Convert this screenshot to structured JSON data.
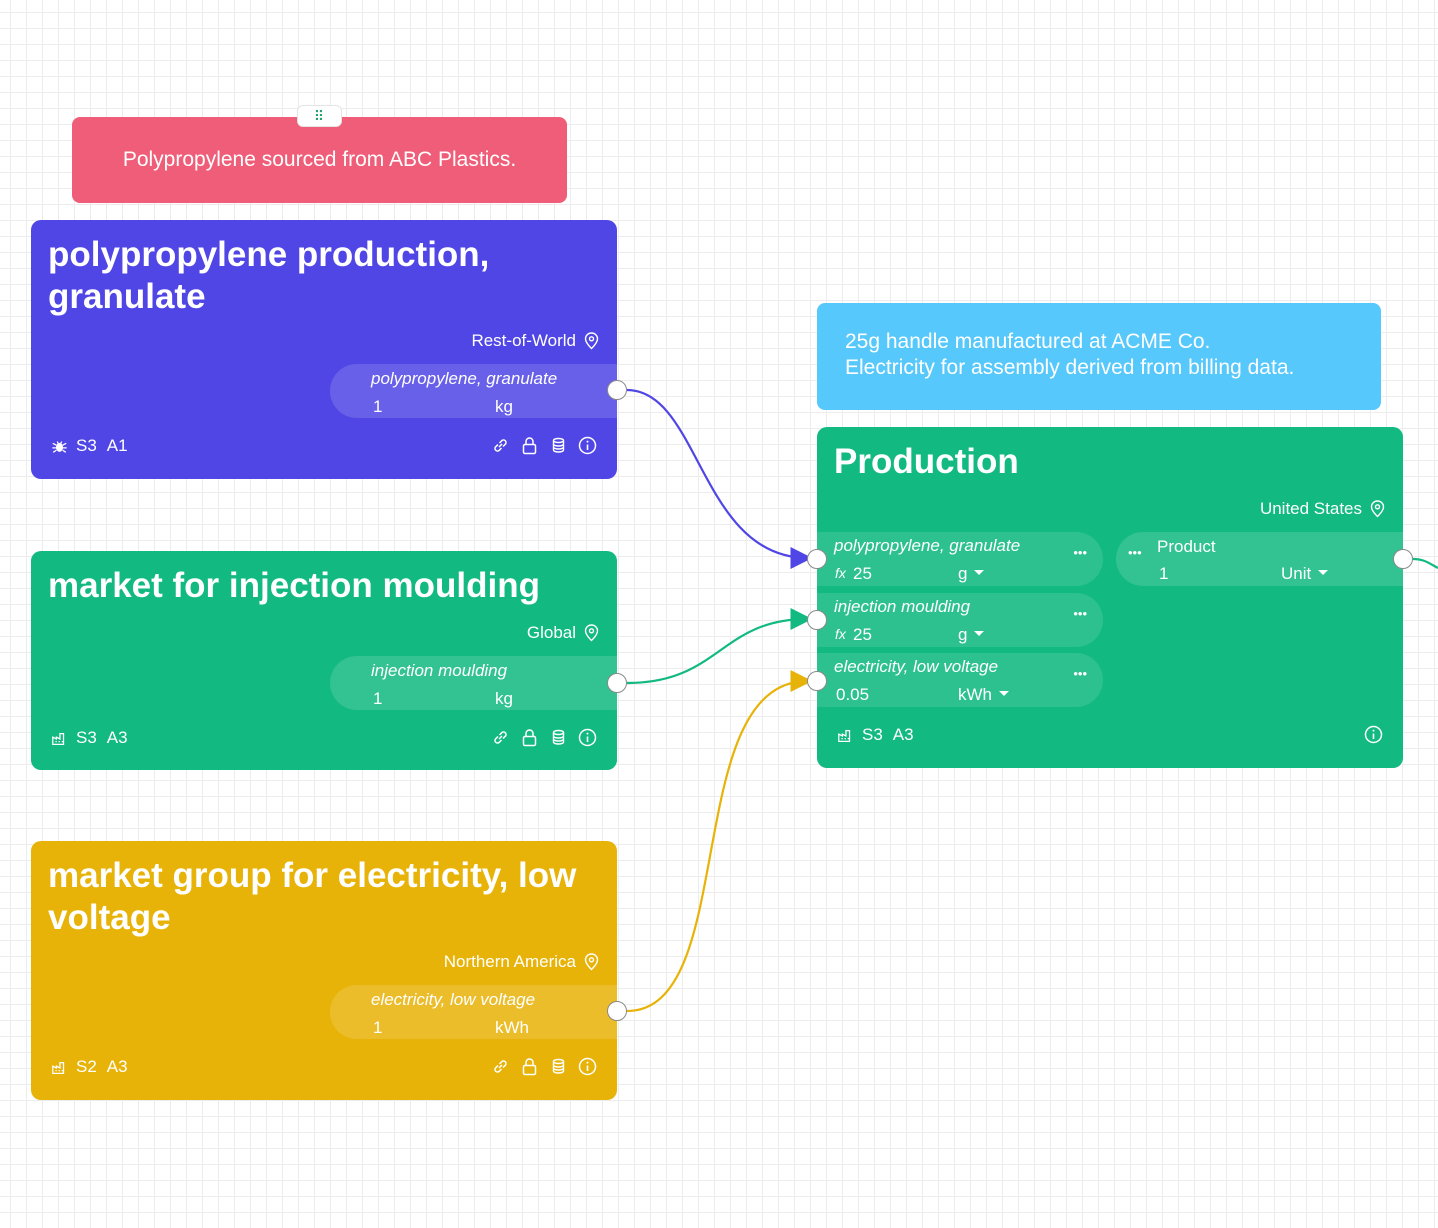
{
  "notes": {
    "pp_note": "Polypropylene sourced from ABC Plastics.",
    "production_note_line1": "25g handle manufactured at ACME Co.",
    "production_note_line2": "Electricity for assembly derived from billing data."
  },
  "nodes": {
    "pp": {
      "title": "polypropylene production, granulate",
      "location": "Rest-of-World",
      "output": {
        "name": "polypropylene, granulate",
        "amount": "1",
        "unit": "kg"
      },
      "scope": "S3",
      "stage": "A1",
      "color": "#5046e5",
      "footer_icon": "bug-icon"
    },
    "inj": {
      "title": "market for injection moulding",
      "location": "Global",
      "output": {
        "name": "injection moulding",
        "amount": "1",
        "unit": "kg"
      },
      "scope": "S3",
      "stage": "A3",
      "color": "#12b981",
      "footer_icon": "factory-icon"
    },
    "elec": {
      "title": "market group for electricity, low voltage",
      "location": "Northern America",
      "output": {
        "name": "electricity, low voltage",
        "amount": "1",
        "unit": "kWh"
      },
      "scope": "S2",
      "stage": "A3",
      "color": "#e8b308",
      "footer_icon": "factory-icon"
    },
    "production": {
      "title": "Production",
      "location": "United States",
      "inputs": [
        {
          "name": "polypropylene, granulate",
          "fx": "fx",
          "amount": "25",
          "unit": "g"
        },
        {
          "name": "injection moulding",
          "fx": "fx",
          "amount": "25",
          "unit": "g"
        },
        {
          "name": "electricity, low voltage",
          "amount": "0.05",
          "unit": "kWh"
        }
      ],
      "output": {
        "name": "Product",
        "amount": "1",
        "unit": "Unit"
      },
      "scope": "S3",
      "stage": "A3",
      "color": "#12b981",
      "footer_icon": "factory-icon"
    }
  },
  "colors": {
    "pp_note": "#ef5d78",
    "production_note": "#56c8fb",
    "edge_pp": "#5046e5",
    "edge_inj": "#12b981",
    "edge_elec": "#e8b308"
  }
}
